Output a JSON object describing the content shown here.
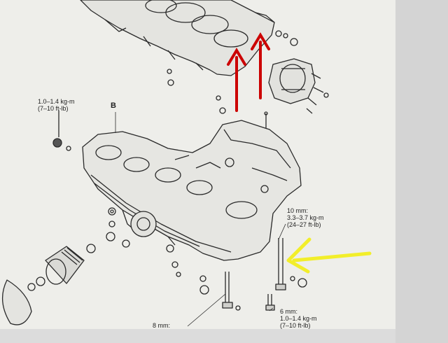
{
  "annotations": {
    "oil_filter_bolt_torque": [
      "1.0–1.4 kg-m",
      "(7–10 ft-lb)"
    ],
    "bolt_10mm": [
      "10 mm:",
      "3.3–3.7 kg-m",
      "(24–27 ft-lb)"
    ],
    "bolt_6mm": [
      "6 mm:",
      "1.0–1.4 kg-m",
      "(7–10 ft-lb)"
    ],
    "bolt_8mm": [
      "8 mm:"
    ],
    "part_ref": "B"
  },
  "colors": {
    "red_arrow": "#cc0000",
    "yellow_arrow": "#f2ee2a",
    "line_art": "#2a2a2a",
    "paper": "#eeeeea"
  }
}
